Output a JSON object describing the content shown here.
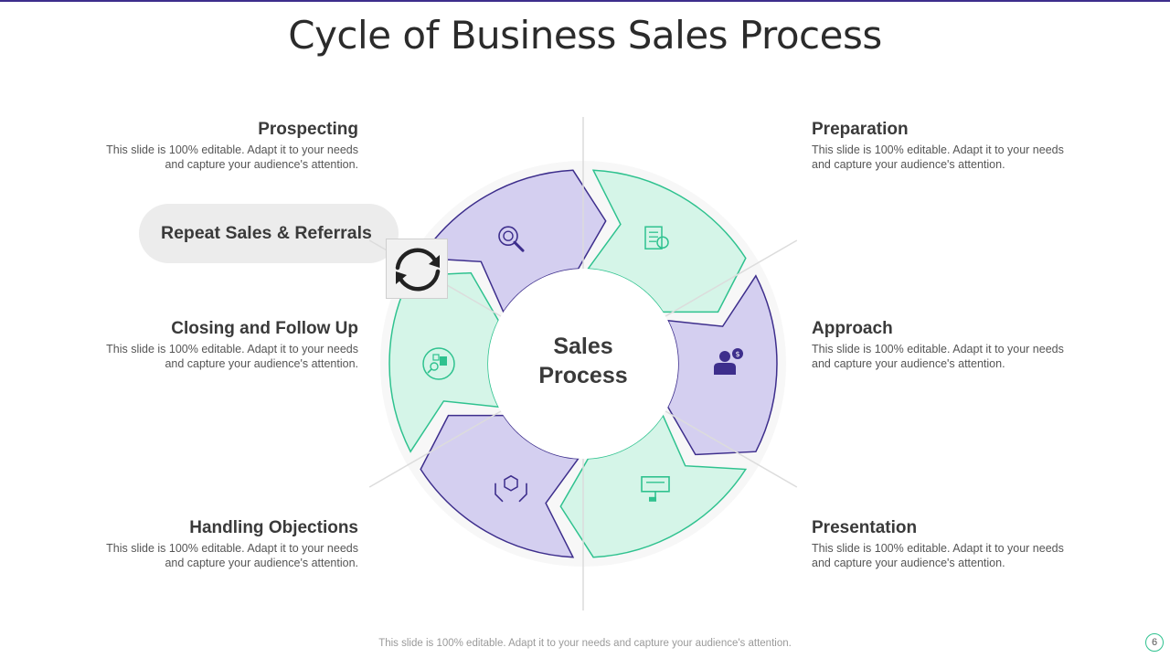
{
  "title": "Cycle of Business Sales Process",
  "center_label_line1": "Sales",
  "center_label_line2": "Process",
  "repeat_label": "Repeat Sales & Referrals",
  "steps": [
    {
      "title": "Prospecting",
      "desc_line1": "This slide is 100% editable. Adapt it to your needs",
      "desc_line2": "and capture your audience's attention.",
      "icon": "magnifier-person-icon"
    },
    {
      "title": "Preparation",
      "desc_line1": "This slide is 100% editable. Adapt it to your needs",
      "desc_line2": "and capture your audience's attention.",
      "icon": "checklist-icon"
    },
    {
      "title": "Approach",
      "desc_line1": "This slide is 100% editable. Adapt it to your needs",
      "desc_line2": "and capture your audience's attention.",
      "icon": "businessman-dollar-icon"
    },
    {
      "title": "Presentation",
      "desc_line1": "This slide is 100% editable. Adapt it to your needs",
      "desc_line2": "and capture your audience's attention.",
      "icon": "presentation-board-icon"
    },
    {
      "title": "Handling Objections",
      "desc_line1": "This slide is 100% editable. Adapt it to your needs",
      "desc_line2": "and capture your audience's attention.",
      "icon": "hands-box-icon"
    },
    {
      "title": "Closing and Follow Up",
      "desc_line1": "This slide is 100% editable. Adapt it to your needs",
      "desc_line2": "and capture your audience's attention.",
      "icon": "search-devices-icon"
    }
  ],
  "colors": {
    "purple_fill": "#d4cff0",
    "purple_stroke": "#3d2e8c",
    "green_fill": "#d5f5e8",
    "green_stroke": "#2fc28f",
    "accent_bar": "#3d2e8c"
  },
  "footer": "This slide is 100% editable. Adapt it to your needs and capture your audience's attention.",
  "page_number": "6"
}
